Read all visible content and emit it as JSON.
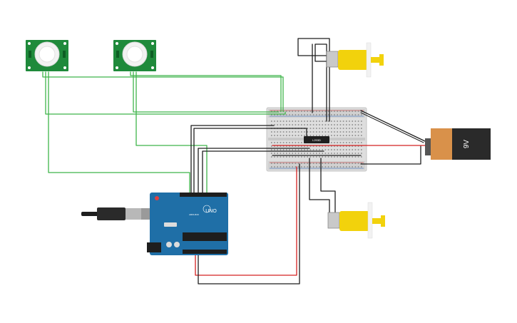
{
  "colors": {
    "wire_green": "#3fb54a",
    "wire_black": "#1e1e1e",
    "wire_red": "#d42020",
    "pir_pcb": "#1f8a3b",
    "breadboard": "#d9d9d9",
    "arduino": "#1f6fa7",
    "motor_yellow": "#f2d20c",
    "battery_orange": "#d9914a",
    "battery_black": "#2a2a2a"
  },
  "components": {
    "ic": {
      "label": "L293D"
    },
    "arduino": {
      "model": "UNO",
      "brand": "ARDUINO"
    },
    "battery": {
      "label": "9V"
    }
  }
}
